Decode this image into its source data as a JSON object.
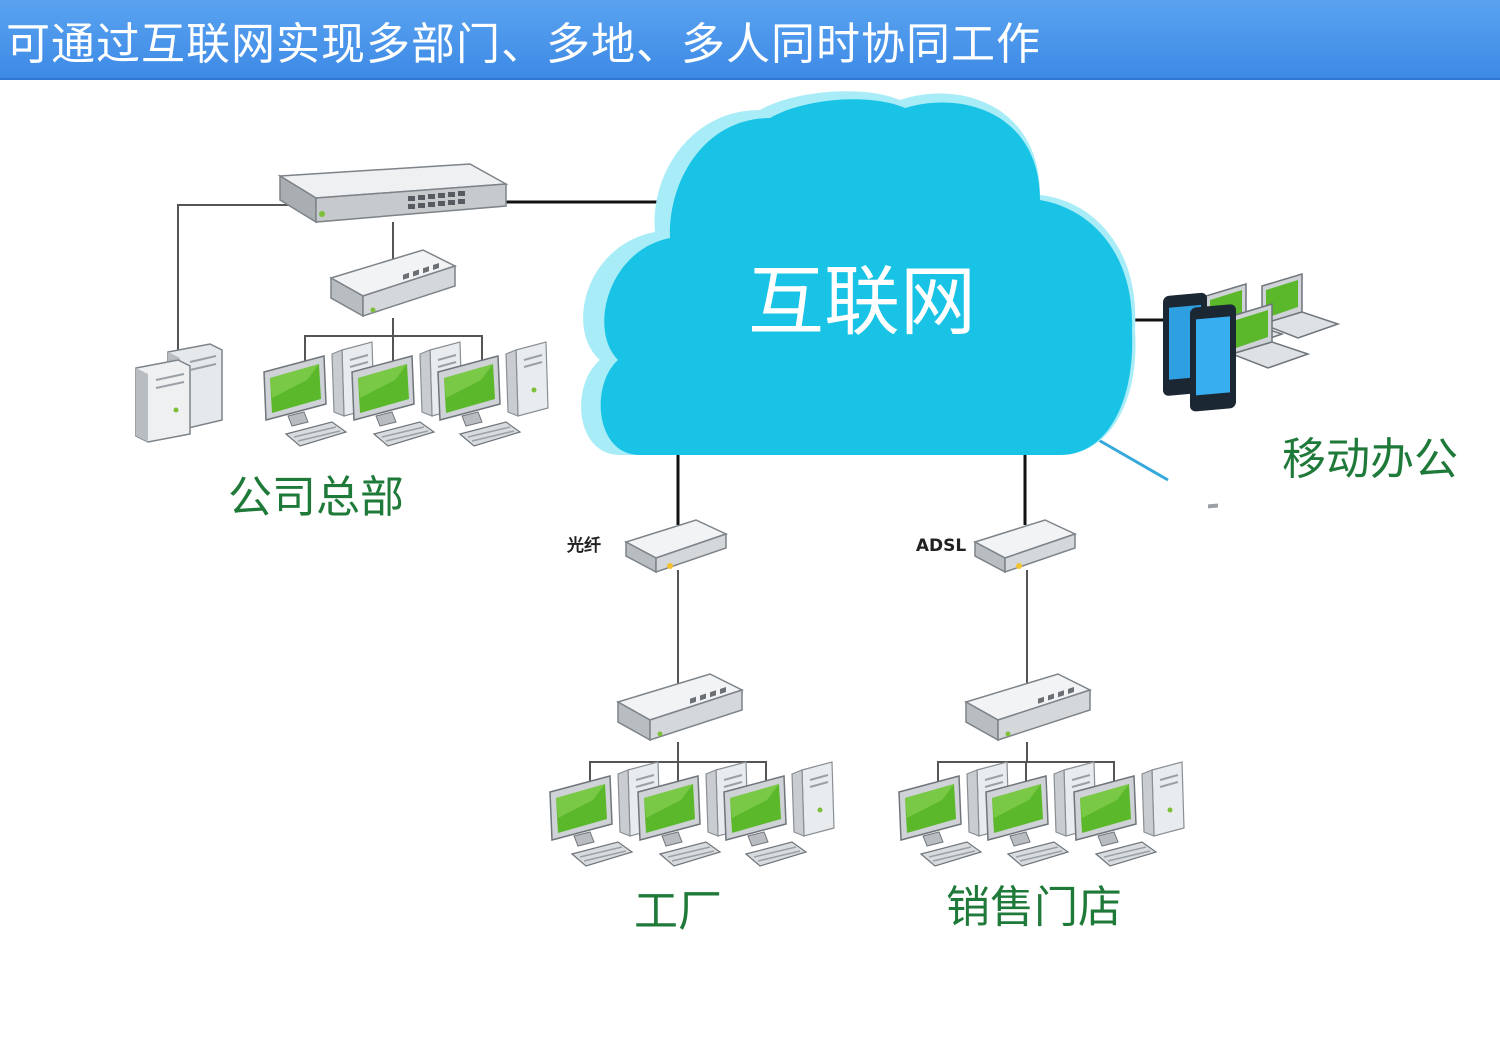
{
  "header": {
    "title": "可通过互联网实现多部门、多地、多人同时协同工作"
  },
  "diagram": {
    "cloud_label": "互联网",
    "sites": {
      "hq": "公司总部",
      "factory": "工厂",
      "store": "销售门店",
      "mobile": "移动办公"
    },
    "links": {
      "factory_link": "光纤",
      "store_link": "ADSL"
    }
  },
  "colors": {
    "banner": "#3d8ae6",
    "cloud": "#19c3e6",
    "label_green": "#1f7a3a",
    "screen_green": "#5ab82a"
  }
}
